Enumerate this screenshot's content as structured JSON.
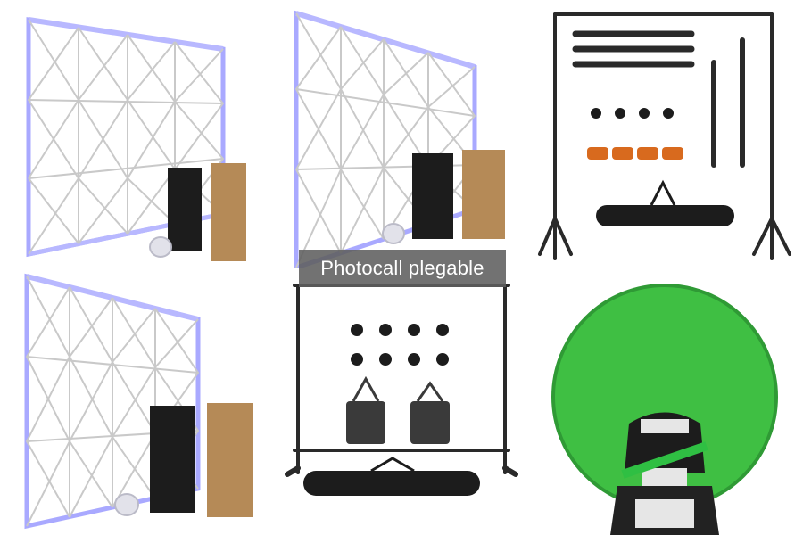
{
  "caption": {
    "label": "Photocall plegable"
  },
  "products": [
    {
      "kind": "pop-up-frame-wall"
    },
    {
      "kind": "pop-up-frame-wall"
    },
    {
      "kind": "backdrop-stand-kit"
    },
    {
      "kind": "pop-up-frame-wall"
    },
    {
      "kind": "banner-stand-kit"
    },
    {
      "kind": "round-green-screen"
    }
  ],
  "colors": {
    "frame": "#c9c9c9",
    "frame_edge": "#a9a9ff",
    "bag": "#1c1c1c",
    "box": "#b58a57",
    "stand": "#2a2a2a",
    "green_screen": "#3fbf43",
    "green_screen_edge": "#2f9a35"
  }
}
